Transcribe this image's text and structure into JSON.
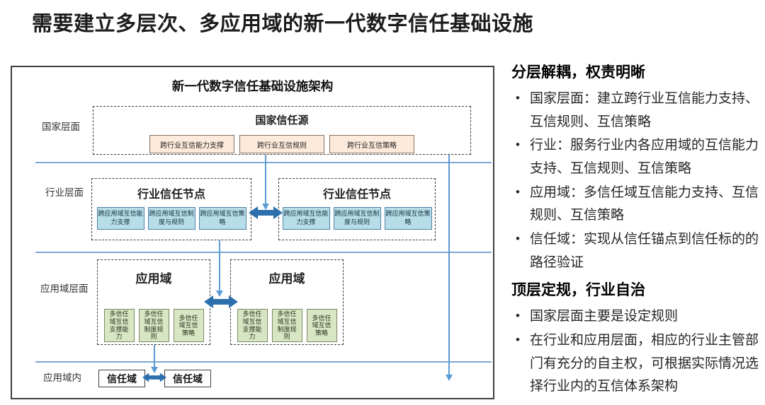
{
  "page_title": "需要建立多层次、多应用域的新一代数字信任基础设施",
  "diagram": {
    "title": "新一代数字信任基础设施架构",
    "layer_labels": {
      "national": "国家层面",
      "industry": "行业层面",
      "app_domain": "应用域层面",
      "in_app": "应用域内"
    },
    "national": {
      "title": "国家信任源",
      "boxes": [
        "跨行业互信能力支撑",
        "跨行业互信规则",
        "跨行业互信策略"
      ]
    },
    "industry_nodes": [
      {
        "title": "行业信任节点",
        "boxes": [
          "跨应用域互信能力支撑",
          "跨应用域互信制度与规则",
          "跨应用域互信策略"
        ]
      },
      {
        "title": "行业信任节点",
        "boxes": [
          "跨应用域互信能力支撑",
          "跨应用域互信制度与规则",
          "跨应用域互信策略"
        ]
      }
    ],
    "app_domains": [
      {
        "title": "应用域",
        "boxes": [
          "多信任域互信支撑能力",
          "多信任域互信制度规则",
          "多信任域互信策略"
        ]
      },
      {
        "title": "应用域",
        "boxes": [
          "多信任域互信支撑能力",
          "多信任域互信制度规则",
          "多信任域互信策略"
        ]
      }
    ],
    "trust_domains": [
      "信任域",
      "信任域"
    ]
  },
  "panel": {
    "section1": {
      "title": "分层解耦，权责明晰",
      "bullets": [
        "国家层面：建立跨行业互信能力支持、互信规则、互信策略",
        "行业：服务行业内各应用域的互信能力支持、互信规则、互信策略",
        "应用域：多信任域互信能力支持、互信规则、互信策略",
        "信任域：实现从信任锚点到信任标的的路径验证"
      ]
    },
    "section2": {
      "title": "顶层定规，行业自治",
      "bullets": [
        "国家层面主要是设定规则",
        "在行业和应用层面，相应的行业主管部门有充分的自主权，可根据实际情况选择行业内的互信体系架构"
      ]
    }
  },
  "colors": {
    "arrow_blue": "#2c6fad",
    "connector_blue": "#5b9bd5",
    "separator_blue": "#7da7d8",
    "peach_fill": "#fdeada",
    "peach_border": "#86705f",
    "blue_fill": "#b7dde9",
    "blue_border": "#4f81a3",
    "green_fill": "#d9e6c3",
    "green_border": "#7c8a62",
    "frame_border": "#3f3f3f"
  }
}
